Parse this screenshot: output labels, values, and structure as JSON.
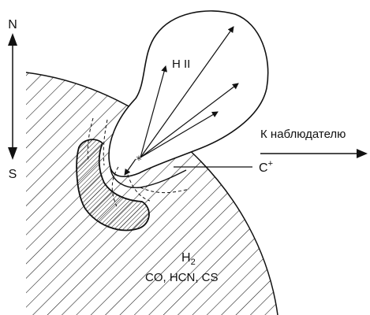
{
  "diagram": {
    "labels": {
      "north": "N",
      "south": "S",
      "hii": "H II",
      "observer": "К наблюдателю",
      "cplus_base": "C",
      "cplus_sup": "+",
      "h2_base": "H",
      "h2_sub": "2",
      "molecules": "CO, HCN, CS"
    }
  }
}
